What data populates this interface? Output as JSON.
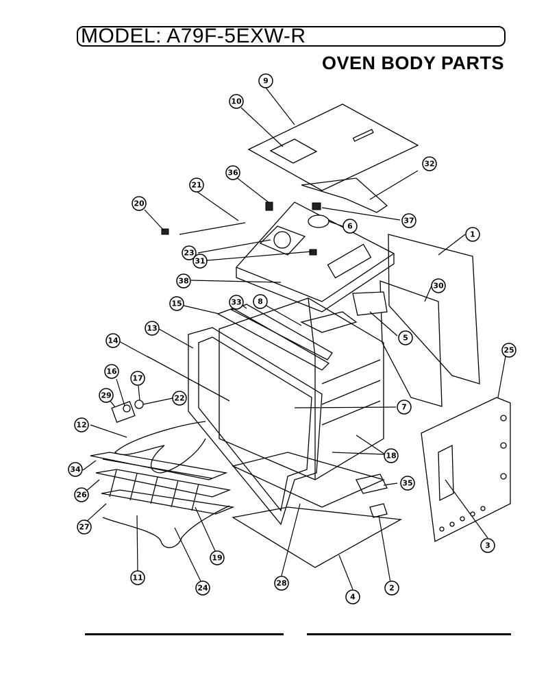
{
  "header": {
    "model": "MODEL: A79F-5EXW-R",
    "title": "OVEN BODY PARTS"
  },
  "callouts": [
    "9",
    "10",
    "36",
    "32",
    "21",
    "20",
    "37",
    "6",
    "1",
    "23",
    "38",
    "31",
    "30",
    "15",
    "33",
    "8",
    "5",
    "13",
    "14",
    "16",
    "17",
    "25",
    "29",
    "22",
    "7",
    "12",
    "18",
    "34",
    "35",
    "26",
    "27",
    "3",
    "19",
    "11",
    "28",
    "24",
    "4",
    "2"
  ]
}
